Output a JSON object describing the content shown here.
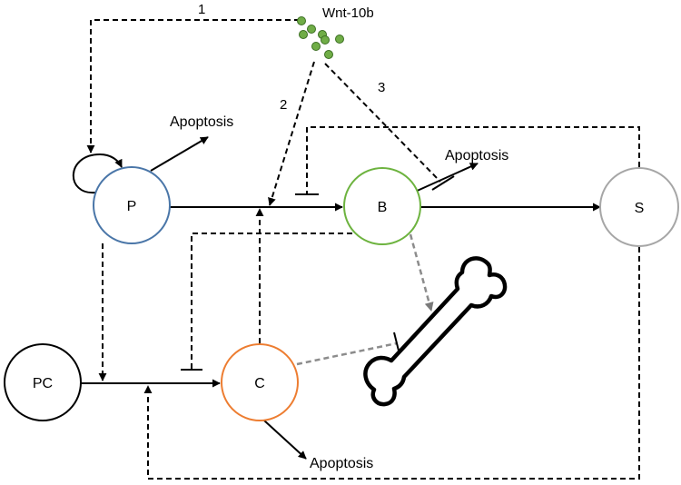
{
  "nodes": {
    "p": {
      "label": "P",
      "color": "#4a76a8"
    },
    "b": {
      "label": "B",
      "color": "#6db33f"
    },
    "s": {
      "label": "S",
      "color": "#a6a6a6"
    },
    "pc": {
      "label": "PC",
      "color": "#000000"
    },
    "c": {
      "label": "C",
      "color": "#ed7d31"
    }
  },
  "wnt": {
    "label": "Wnt-10b",
    "dot_color": "#70ad47"
  },
  "pathway_numbers": {
    "one": "1",
    "two": "2",
    "three": "3"
  },
  "apoptosis": {
    "p": "Apoptosis",
    "b": "Apoptosis",
    "c": "Apoptosis"
  },
  "icons": {
    "bone": "bone-icon"
  }
}
